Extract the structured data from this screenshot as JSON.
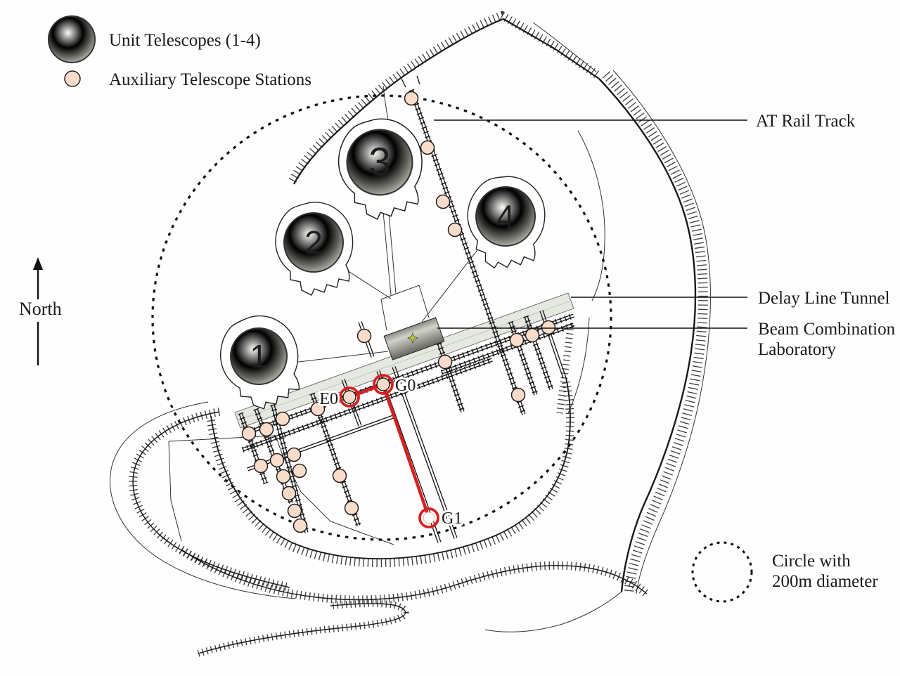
{
  "legend": {
    "unit_telescopes": "Unit Telescopes (1-4)",
    "aux_stations": "Auxiliary Telescope Stations",
    "circle_line1": "Circle with",
    "circle_line2": "200m diameter"
  },
  "compass": {
    "north": "North"
  },
  "callouts": {
    "at_rail": "AT Rail Track",
    "delay": "Delay Line Tunnel",
    "beam1": "Beam Combination",
    "beam2": "Laboratory"
  },
  "telescopes": [
    {
      "id": "ut1",
      "label": "1"
    },
    {
      "id": "ut2",
      "label": "2"
    },
    {
      "id": "ut3",
      "label": "3"
    },
    {
      "id": "ut4",
      "label": "4"
    }
  ],
  "stations": {
    "e0": "E0",
    "g0": "G0",
    "g1": "G1"
  },
  "colors": {
    "ink": "#1a1a1a",
    "accent_red": "#d91f1f",
    "station_fill": "#fbdccb",
    "tunnel_fill": "#e4e8e0",
    "lab_dark": "#67675f",
    "lab_light": "#d2d2cb",
    "dome_light": "#fbfbf8",
    "dome_dark": "#d2d2c7",
    "star": "#b5c92e"
  }
}
